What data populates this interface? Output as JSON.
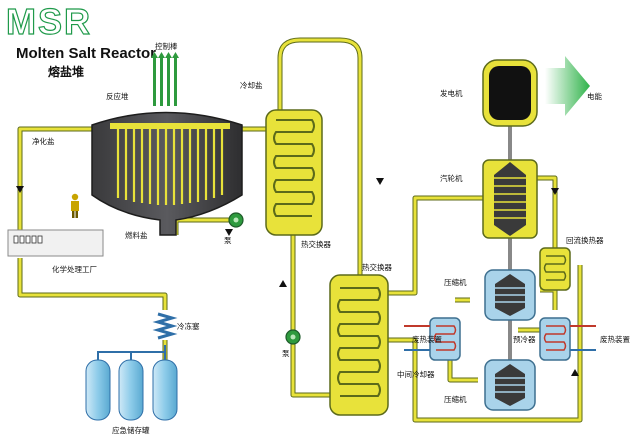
{
  "header": {
    "logo": "MSR",
    "title_en": "Molten Salt Reactor",
    "title_cn": "熔盐堆"
  },
  "labels": {
    "control_rods": "控制棒",
    "reactor": "反应堆",
    "coolant_salt": "冷却盐",
    "purification": "净化盐",
    "fuel_salt": "燃料盐",
    "pump_1": "泵",
    "heat_exchanger_1": "热交换器",
    "chem_plant": "化学处理工厂",
    "freeze_plug": "冷冻塞",
    "emergency_tanks": "应急储存罐",
    "pump_2": "泵",
    "heat_exchanger_2": "热交换器",
    "generator": "发电机",
    "electricity": "电能",
    "turbine": "汽轮机",
    "recuperator": "回流换热器",
    "compressor_1": "压缩机",
    "precooler": "预冷器",
    "waste_heat_l": "废热装置",
    "waste_heat_r": "废热装置",
    "intercooler": "中间冷却器",
    "compressor_2": "压缩机"
  },
  "colors": {
    "pipe": "#e8e23a",
    "pipe_outline": "#5c6a1a",
    "vessel": "#4a4a4c",
    "pump": "#2e9a3e",
    "turbine_blue": "#a9d3ea",
    "arrow_green": "#2fb34a",
    "logo_green": "#1f9a4a"
  }
}
